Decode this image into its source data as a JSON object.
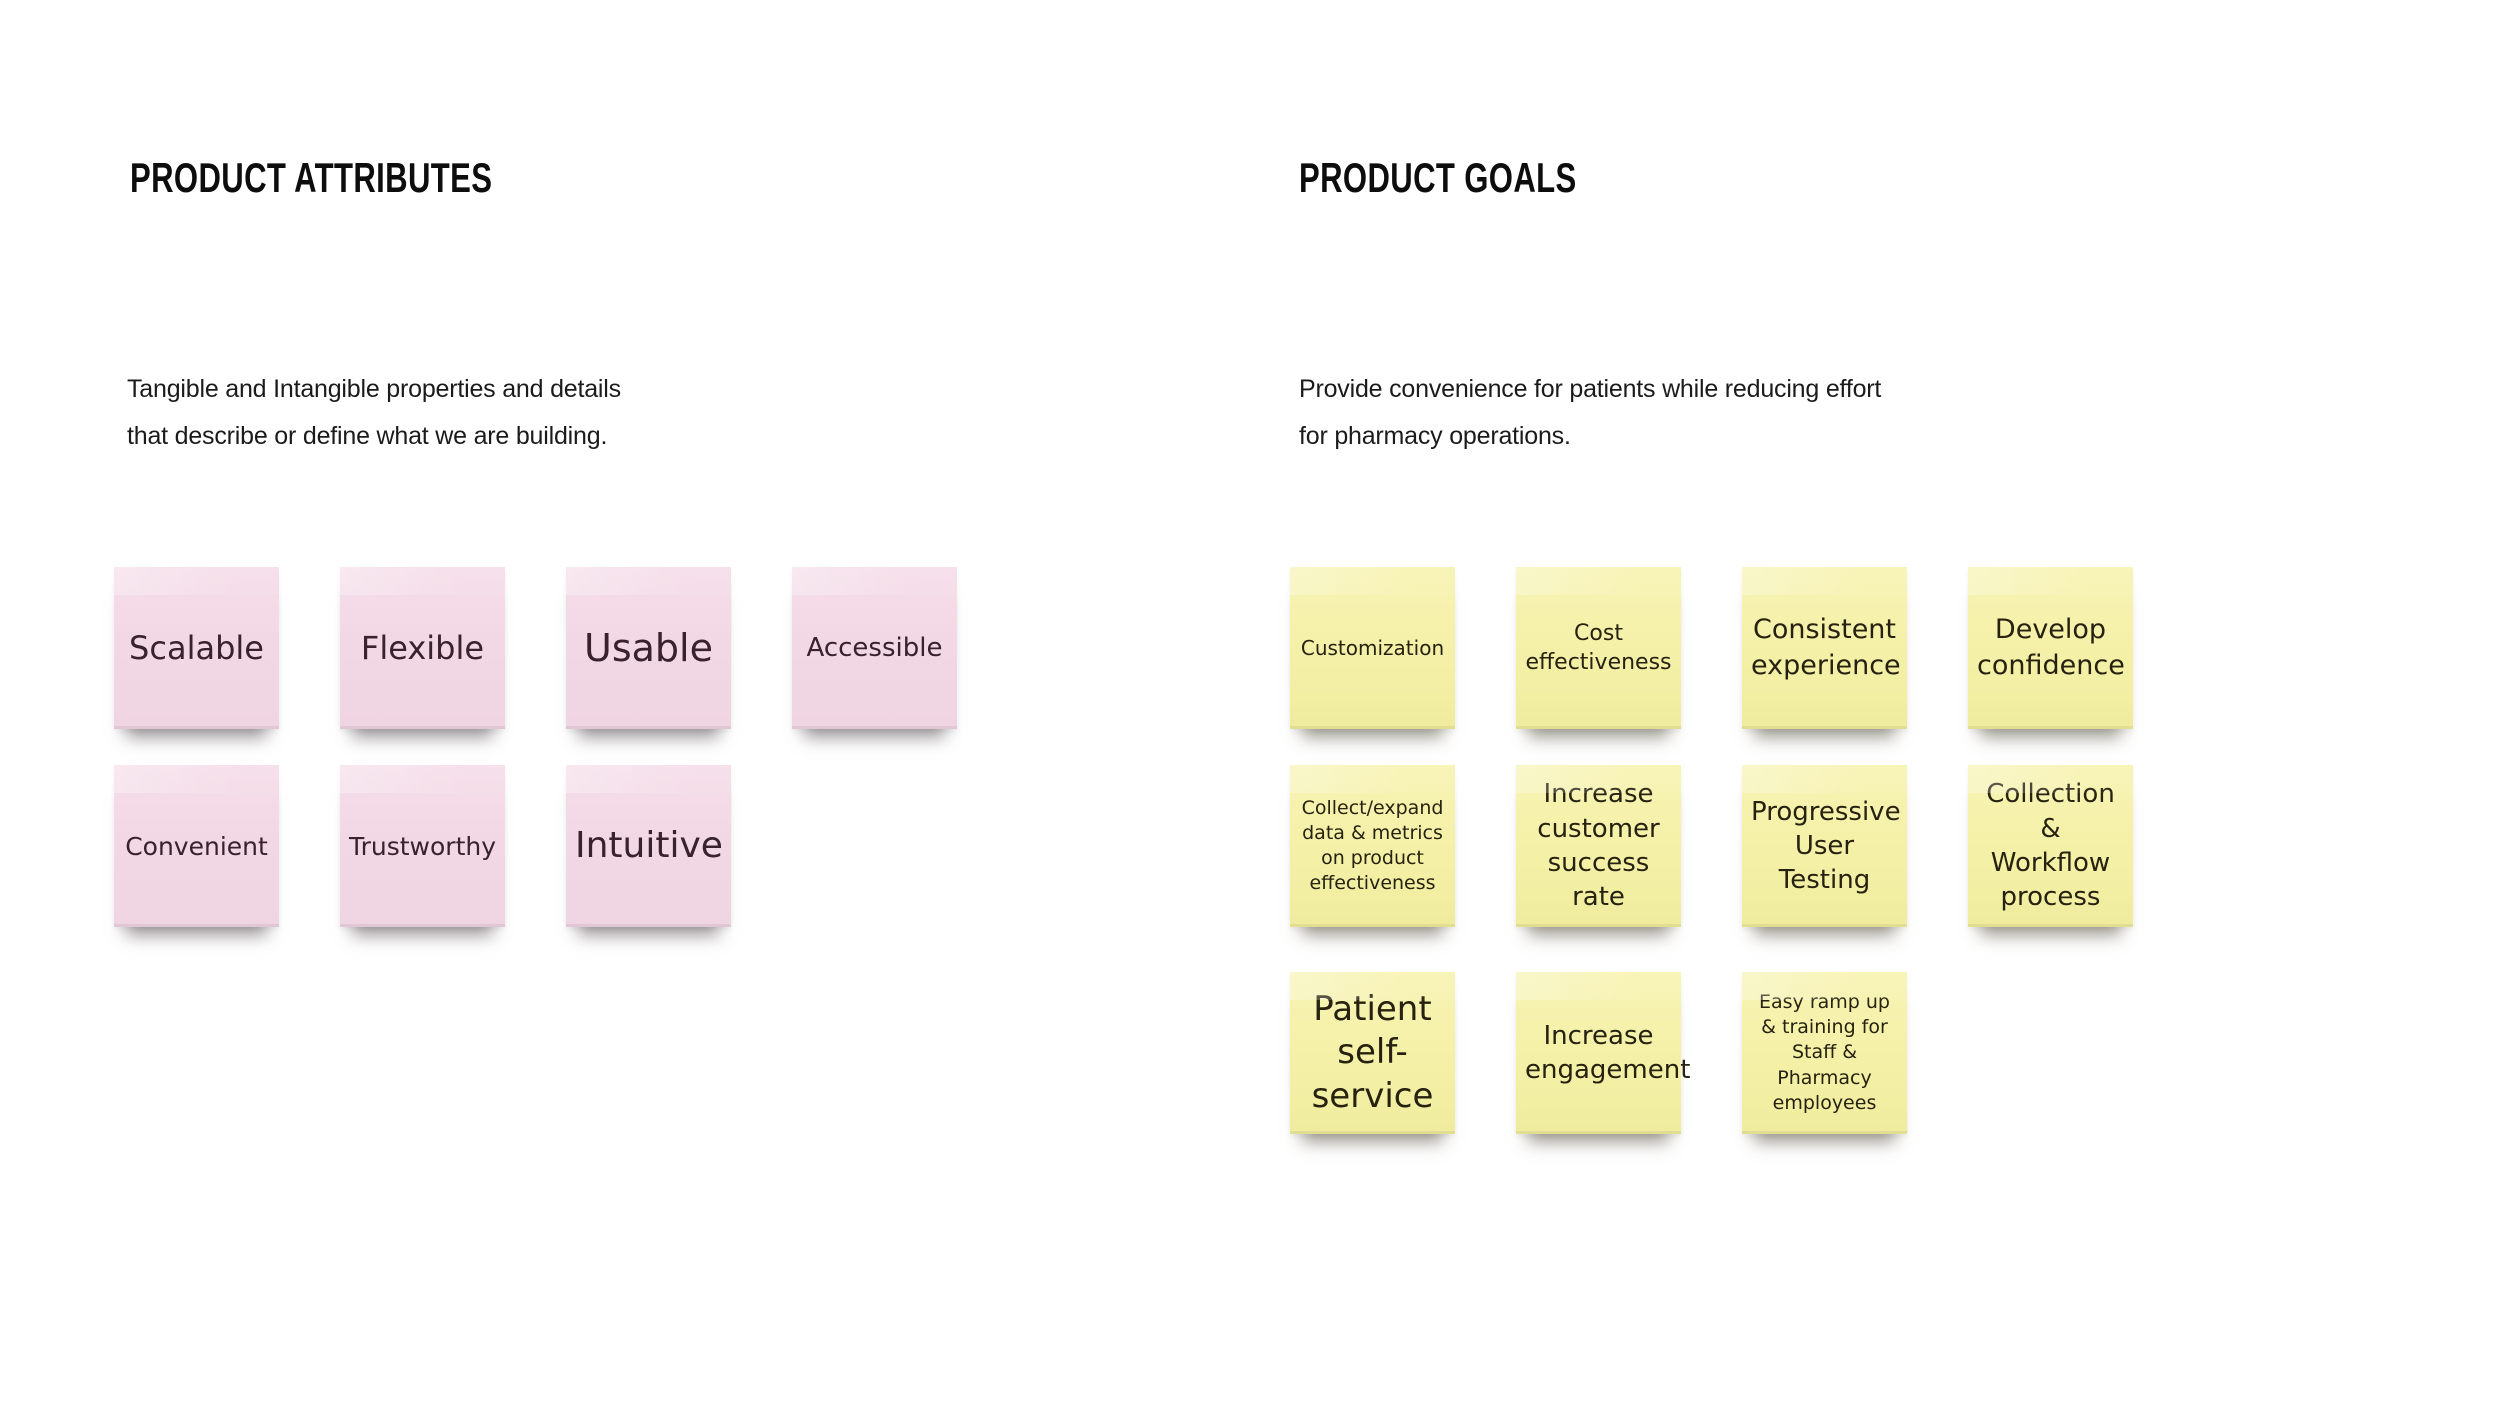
{
  "canvas": {
    "background": "#ffffff"
  },
  "colors": {
    "pink_note": "#f2d8e4",
    "yellow_note": "#f5f1a9",
    "heading_text": "#0d0d0d",
    "body_text": "#1b1b1b",
    "pink_note_text": "#38222e",
    "yellow_note_text": "#26220f"
  },
  "attributes_section": {
    "title": "PRODUCT ATTRIBUTES",
    "description_lines": [
      "Tangible and Intangible properties and details",
      "that describe or define what we are building."
    ],
    "notes": [
      {
        "text": "Scalable"
      },
      {
        "text": "Flexible"
      },
      {
        "text": "Usable"
      },
      {
        "text": "Accessible"
      },
      {
        "text": "Convenient"
      },
      {
        "text": "Trustworthy"
      },
      {
        "text": "Intuitive"
      }
    ]
  },
  "goals_section": {
    "title": "PRODUCT GOALS",
    "description_lines": [
      "Provide convenience for patients while reducing effort",
      "for pharmacy operations."
    ],
    "notes": [
      {
        "text": "Customization"
      },
      {
        "text": "Cost effectiveness"
      },
      {
        "text": "Consistent experience"
      },
      {
        "text": "Develop confidence"
      },
      {
        "text": "Collect/expand data & metrics on product effectiveness"
      },
      {
        "text": "Increase customer success rate"
      },
      {
        "text": "Progressive User Testing"
      },
      {
        "text": "Collection & Workflow process"
      },
      {
        "text": "Patient self-service"
      },
      {
        "text": "Increase engagement"
      },
      {
        "text": "Easy ramp up & training for Staff & Pharmacy employees"
      }
    ]
  }
}
